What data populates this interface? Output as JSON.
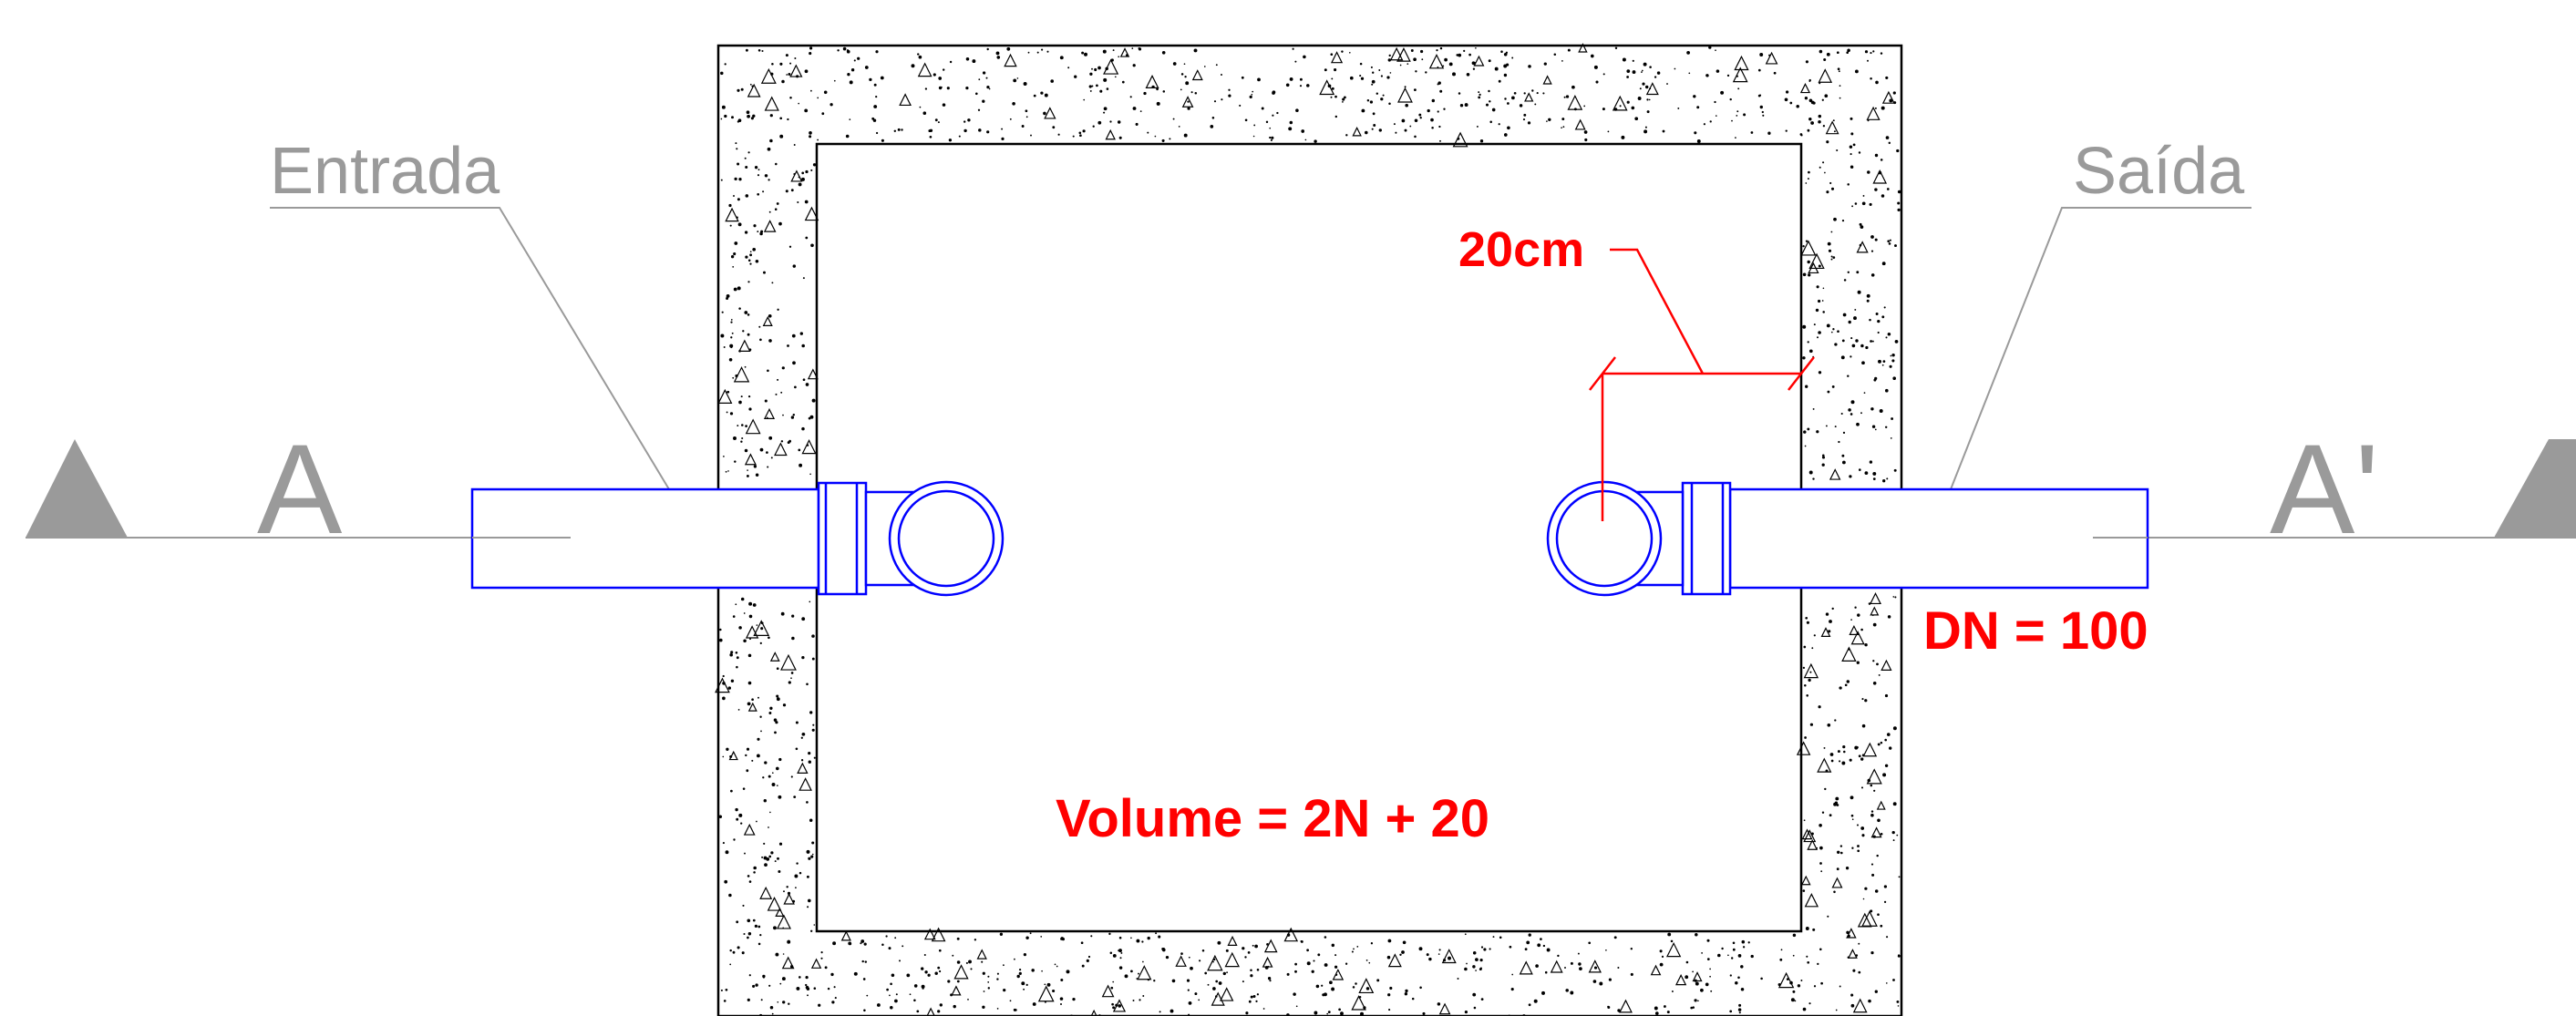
{
  "labels": {
    "entrada": "Entrada",
    "saida": "Saída",
    "section_left": "A",
    "section_right": "A'",
    "dimension": "20cm",
    "diameter": "DN = 100",
    "volume": "Volume = 2N + 20"
  },
  "colors": {
    "concrete_outline": "#000000",
    "pipe": "#0000ff",
    "annotation": "#ff0000",
    "section_marker": "#9a9a9a",
    "leader": "#9a9a9a"
  },
  "icons": {
    "section_marker": "triangle-marker-icon"
  }
}
